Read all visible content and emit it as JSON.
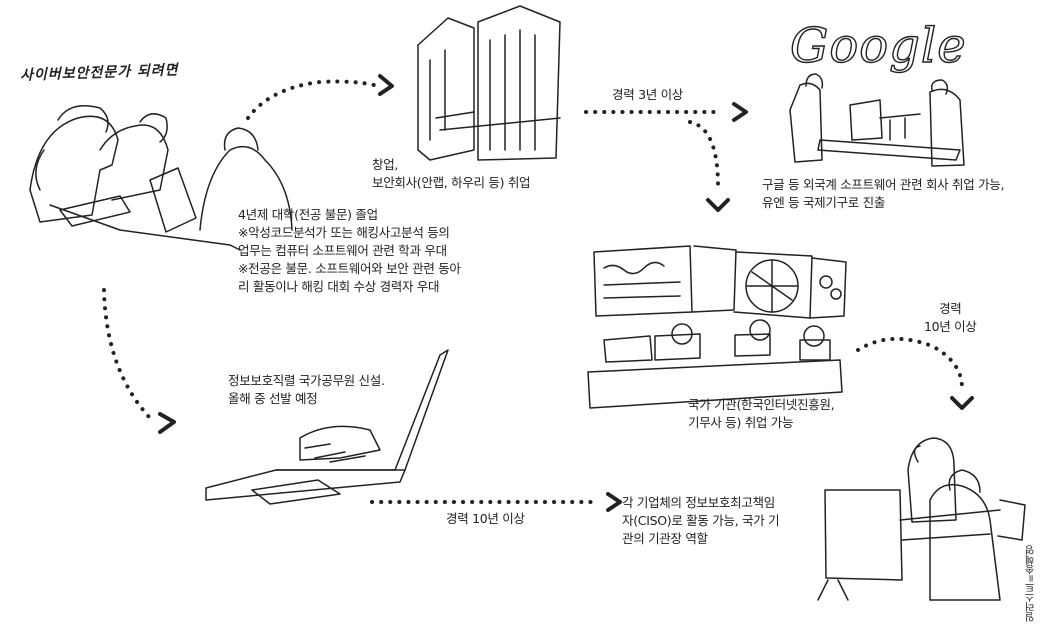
{
  "header": {
    "title": "사이버보안전문가 되려면"
  },
  "logo": {
    "text": "Google"
  },
  "nodes": {
    "university": "4년제 대학(전공 불문) 졸업\n※악성코드분석가 또는 해킹사고분석 등의\n업무는 컴퓨터 소프트웨어 관련 학과 우대\n※전공은 불문. 소프트웨어와 보안 관련 동아\n리 활동이나 해킹 대회 수상 경력자 우대",
    "startup": "창업,\n보안회사(안랩, 하우리 등) 취업",
    "foreign": "구글 등 외국계 소프트웨어 관련 회사 취업 가능,\n유엔 등 국제기구로 진출",
    "national": "국가 기관(한국인터넷진흥원,\n기무사 등) 취업 가능",
    "civil": "정보보호직렬 국가공무원 신설.\n올해 중 선발 예정",
    "ciso": "각 기업체의 정보보호최고책임\n자(CISO)로 활동 가능, 국가 기\n관의 기관장 역할"
  },
  "arrows": {
    "to_foreign": "경력 3년 이상",
    "to_ciso_from_national": "경력\n10년 이상",
    "to_ciso_from_civil": "경력 10년 이상"
  },
  "credit": "일러스트=송혜영"
}
